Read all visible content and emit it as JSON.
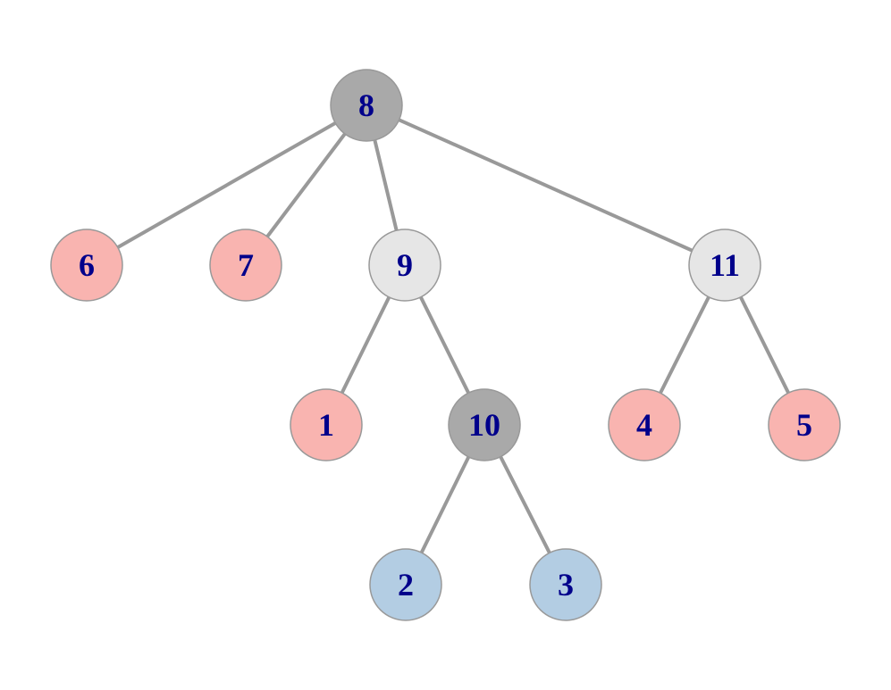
{
  "diagram": {
    "type": "tree",
    "colors": {
      "edge": "#999999",
      "node_outline": "#999999",
      "label": "#00008b",
      "dark_gray": "#a9a9a9",
      "light_gray": "#e6e6e6",
      "pink": "#f9b4b0",
      "light_blue": "#b3cde3"
    },
    "nodes": [
      {
        "id": "8",
        "label": "8",
        "fill": "#a9a9a9"
      },
      {
        "id": "6",
        "label": "6",
        "fill": "#f9b4b0"
      },
      {
        "id": "7",
        "label": "7",
        "fill": "#f9b4b0"
      },
      {
        "id": "9",
        "label": "9",
        "fill": "#e6e6e6"
      },
      {
        "id": "11",
        "label": "11",
        "fill": "#e6e6e6"
      },
      {
        "id": "1",
        "label": "1",
        "fill": "#f9b4b0"
      },
      {
        "id": "10",
        "label": "10",
        "fill": "#a9a9a9"
      },
      {
        "id": "4",
        "label": "4",
        "fill": "#f9b4b0"
      },
      {
        "id": "5",
        "label": "5",
        "fill": "#f9b4b0"
      },
      {
        "id": "2",
        "label": "2",
        "fill": "#b3cde3"
      },
      {
        "id": "3",
        "label": "3",
        "fill": "#b3cde3"
      }
    ],
    "edges": [
      {
        "from": "8",
        "to": "6"
      },
      {
        "from": "8",
        "to": "7"
      },
      {
        "from": "8",
        "to": "9"
      },
      {
        "from": "8",
        "to": "11"
      },
      {
        "from": "9",
        "to": "1"
      },
      {
        "from": "9",
        "to": "10"
      },
      {
        "from": "11",
        "to": "4"
      },
      {
        "from": "11",
        "to": "5"
      },
      {
        "from": "10",
        "to": "2"
      },
      {
        "from": "10",
        "to": "3"
      }
    ]
  }
}
